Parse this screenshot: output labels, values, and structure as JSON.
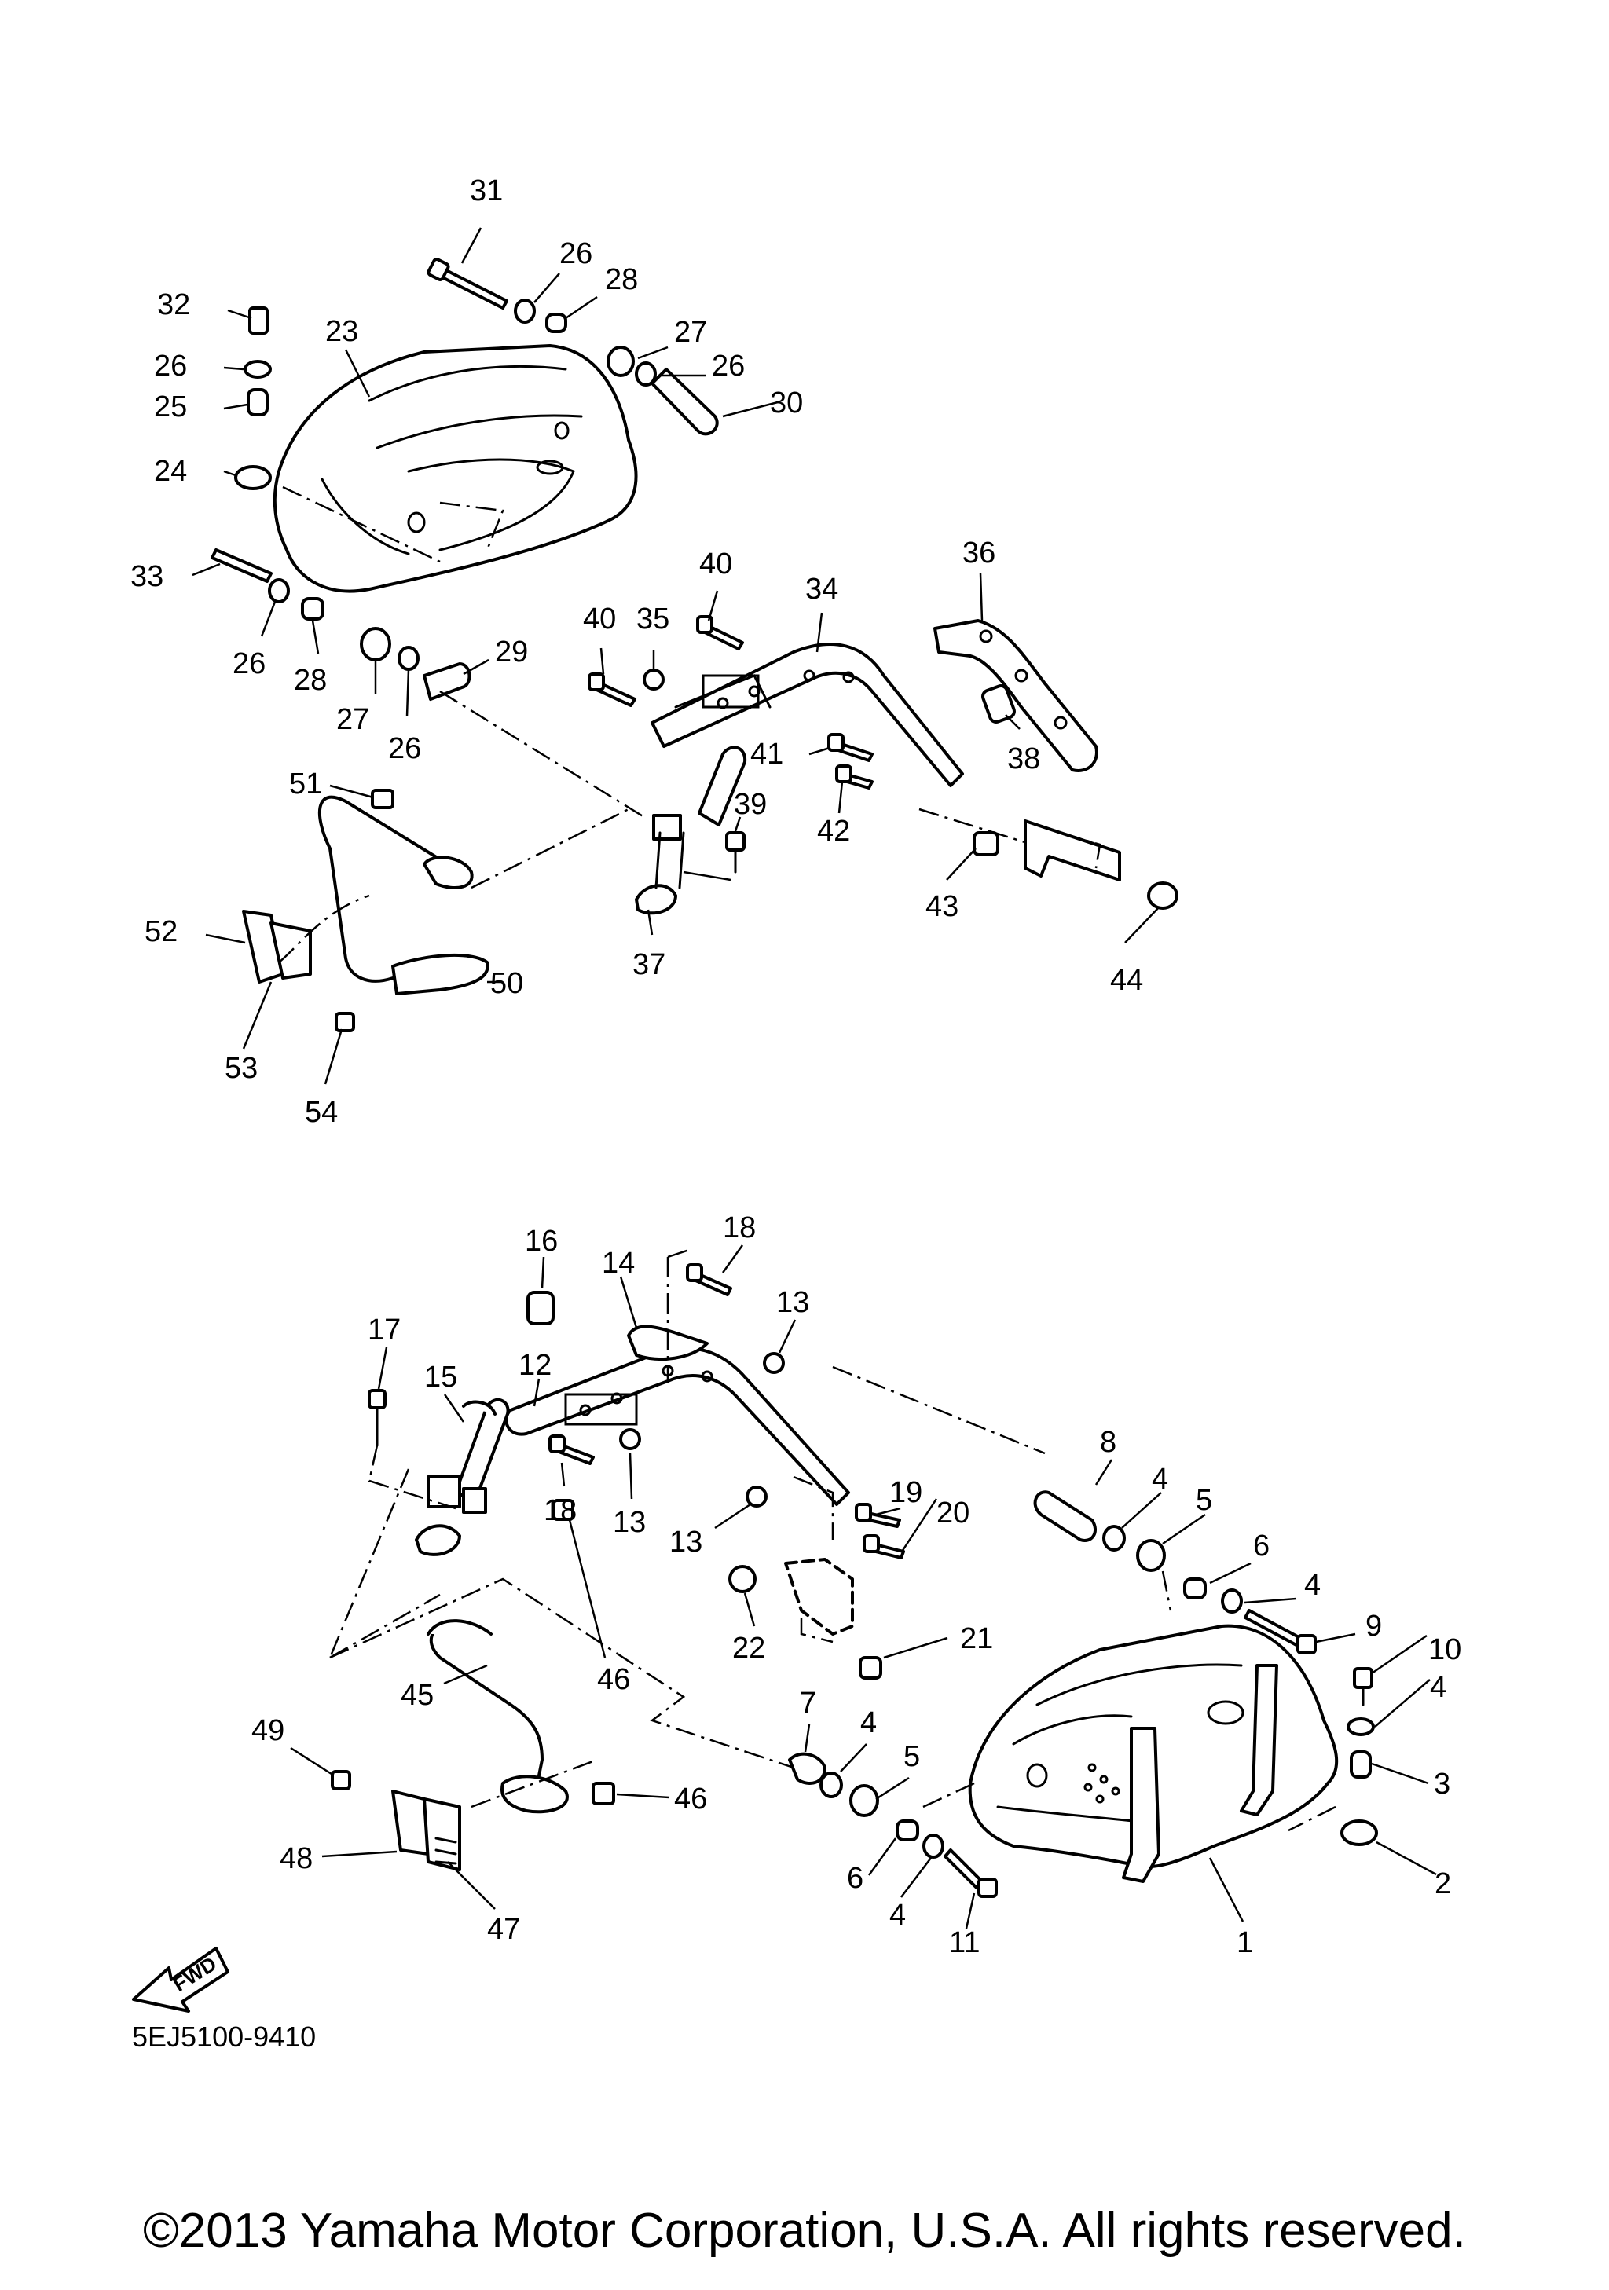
{
  "diagram": {
    "reference_code": "5EJ5100-9410",
    "fwd_label": "FWD",
    "copyright": "©2013 Yamaha Motor Corporation, U.S.A. All rights reserved.",
    "callouts": [
      {
        "id": "c31",
        "label": "31"
      },
      {
        "id": "c26a",
        "label": "26"
      },
      {
        "id": "c28a",
        "label": "28"
      },
      {
        "id": "c32",
        "label": "32"
      },
      {
        "id": "c23",
        "label": "23"
      },
      {
        "id": "c27a",
        "label": "27"
      },
      {
        "id": "c26b",
        "label": "26"
      },
      {
        "id": "c26c",
        "label": "26"
      },
      {
        "id": "c30",
        "label": "30"
      },
      {
        "id": "c25",
        "label": "25"
      },
      {
        "id": "c24",
        "label": "24"
      },
      {
        "id": "c36",
        "label": "36"
      },
      {
        "id": "c40a",
        "label": "40"
      },
      {
        "id": "c33",
        "label": "33"
      },
      {
        "id": "c40b",
        "label": "40"
      },
      {
        "id": "c35",
        "label": "35"
      },
      {
        "id": "c34",
        "label": "34"
      },
      {
        "id": "c29",
        "label": "29"
      },
      {
        "id": "c26d",
        "label": "26"
      },
      {
        "id": "c28b",
        "label": "28"
      },
      {
        "id": "c27b",
        "label": "27"
      },
      {
        "id": "c26e",
        "label": "26"
      },
      {
        "id": "c38",
        "label": "38"
      },
      {
        "id": "c41",
        "label": "41"
      },
      {
        "id": "c51",
        "label": "51"
      },
      {
        "id": "c39",
        "label": "39"
      },
      {
        "id": "c42",
        "label": "42"
      },
      {
        "id": "c52",
        "label": "52"
      },
      {
        "id": "c43",
        "label": "43"
      },
      {
        "id": "c44",
        "label": "44"
      },
      {
        "id": "c37",
        "label": "37"
      },
      {
        "id": "c50",
        "label": "50"
      },
      {
        "id": "c53",
        "label": "53"
      },
      {
        "id": "c54",
        "label": "54"
      },
      {
        "id": "c18a",
        "label": "18"
      },
      {
        "id": "c16",
        "label": "16"
      },
      {
        "id": "c14",
        "label": "14"
      },
      {
        "id": "c13a",
        "label": "13"
      },
      {
        "id": "c17",
        "label": "17"
      },
      {
        "id": "c15",
        "label": "15"
      },
      {
        "id": "c12",
        "label": "12"
      },
      {
        "id": "c8",
        "label": "8"
      },
      {
        "id": "c4a",
        "label": "4"
      },
      {
        "id": "c19",
        "label": "19"
      },
      {
        "id": "c5a",
        "label": "5"
      },
      {
        "id": "c18b",
        "label": "18"
      },
      {
        "id": "c13b",
        "label": "13"
      },
      {
        "id": "c20",
        "label": "20"
      },
      {
        "id": "c6a",
        "label": "6"
      },
      {
        "id": "c13c",
        "label": "13"
      },
      {
        "id": "c4b",
        "label": "4"
      },
      {
        "id": "c9",
        "label": "9"
      },
      {
        "id": "c21",
        "label": "21"
      },
      {
        "id": "c10",
        "label": "10"
      },
      {
        "id": "c22",
        "label": "22"
      },
      {
        "id": "c45",
        "label": "45"
      },
      {
        "id": "c46a",
        "label": "46"
      },
      {
        "id": "c4c",
        "label": "4"
      },
      {
        "id": "c7",
        "label": "7"
      },
      {
        "id": "c49",
        "label": "49"
      },
      {
        "id": "c4d",
        "label": "4"
      },
      {
        "id": "c5b",
        "label": "5"
      },
      {
        "id": "c3",
        "label": "3"
      },
      {
        "id": "c46b",
        "label": "46"
      },
      {
        "id": "c48",
        "label": "48"
      },
      {
        "id": "c6b",
        "label": "6"
      },
      {
        "id": "c2",
        "label": "2"
      },
      {
        "id": "c4e",
        "label": "4"
      },
      {
        "id": "c47",
        "label": "47"
      },
      {
        "id": "c11",
        "label": "11"
      },
      {
        "id": "c1",
        "label": "1"
      }
    ]
  }
}
